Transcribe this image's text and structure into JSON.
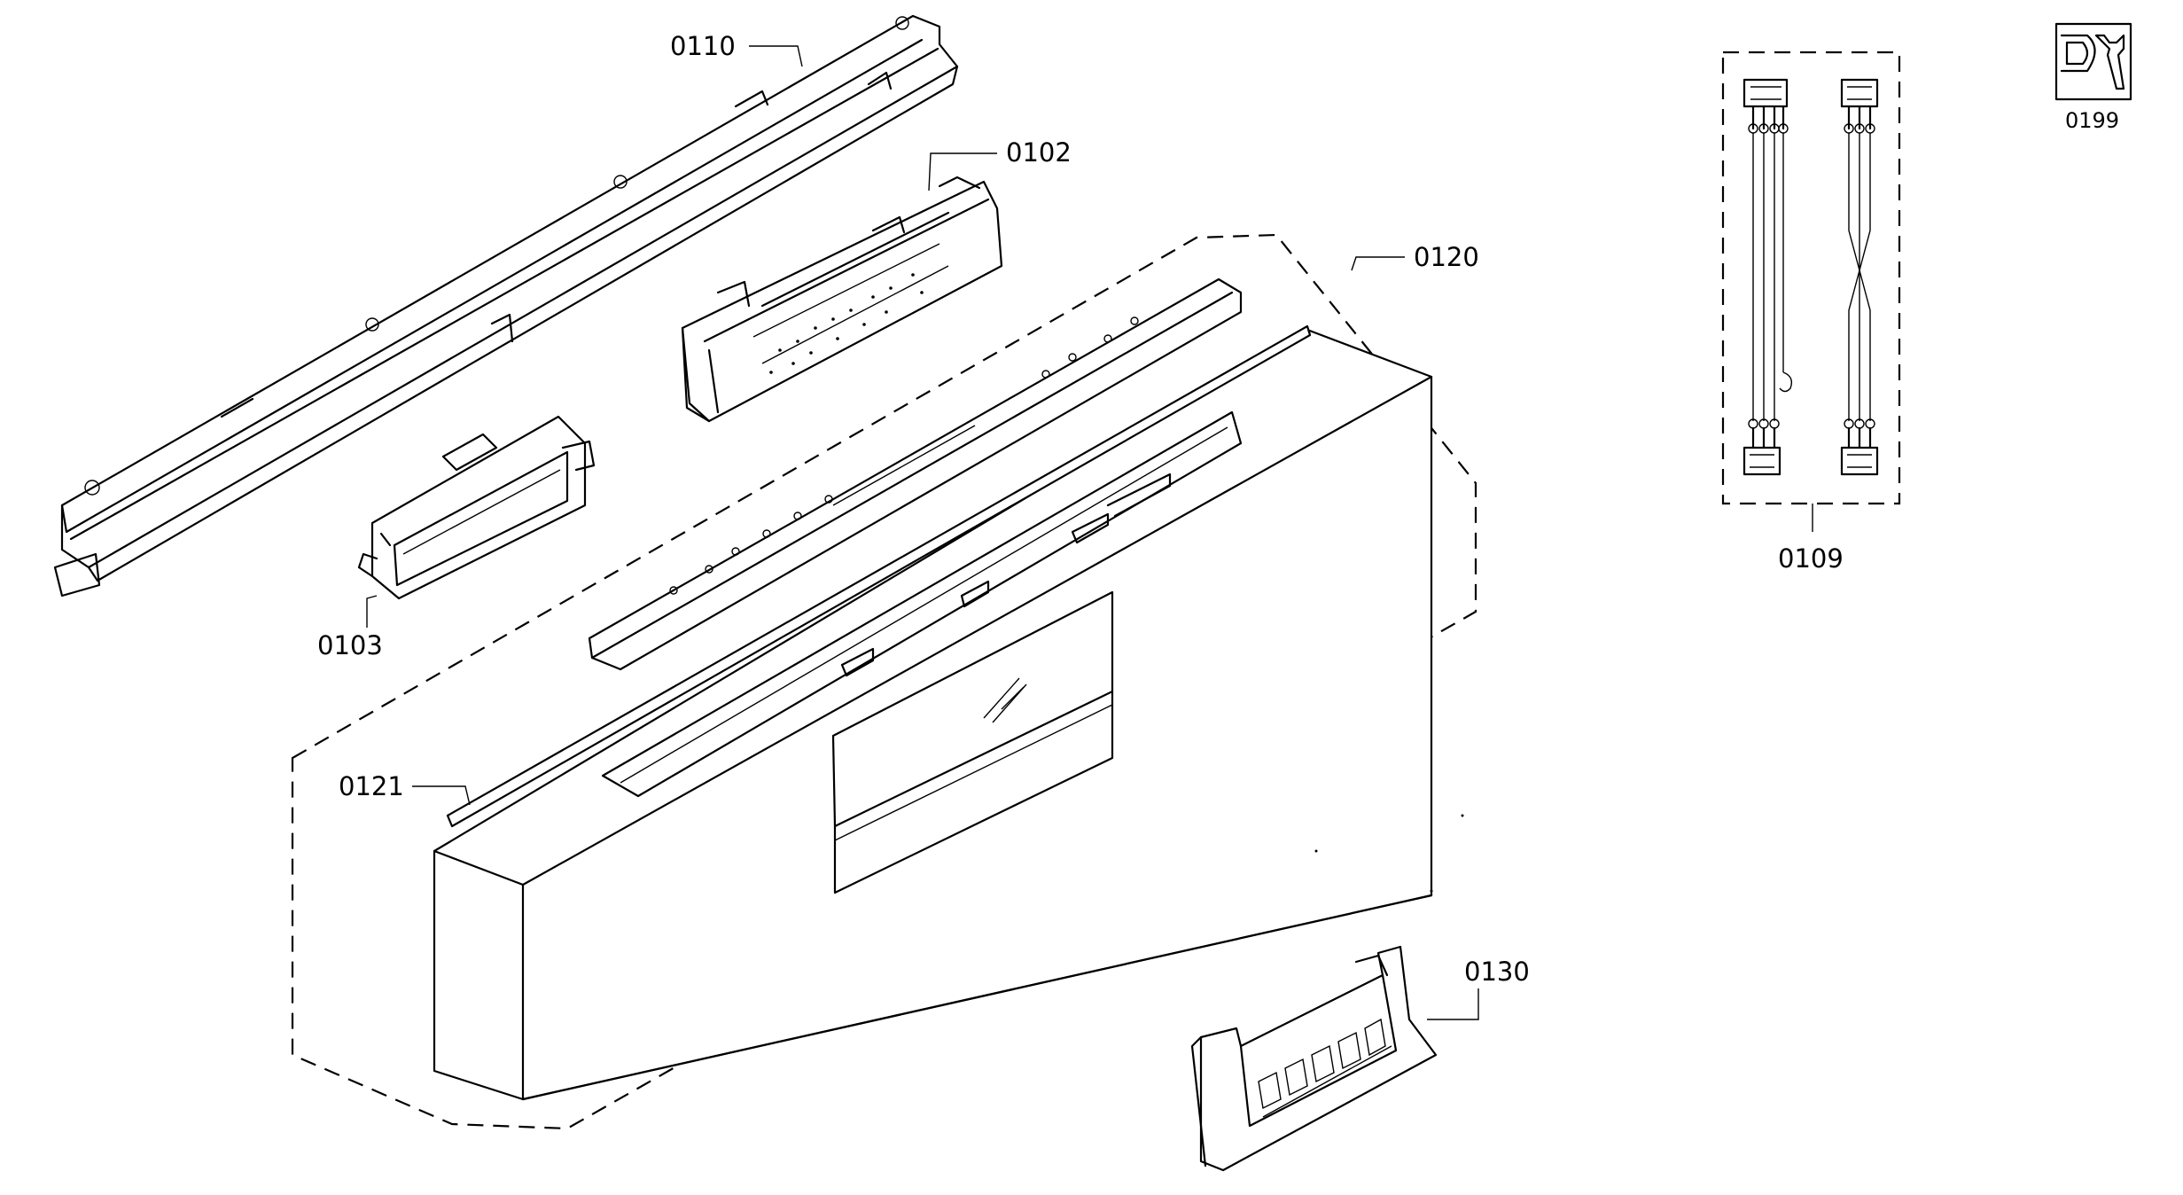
{
  "diagram": {
    "parts": {
      "p0110": "0110",
      "p0102": "0102",
      "p0120": "0120",
      "p0103": "0103",
      "p0121": "0121",
      "p0130": "0130",
      "p0109": "0109",
      "p0199": "0199"
    },
    "icons": {
      "service": "wrench-icon"
    },
    "colors": {
      "line": "#000000",
      "background": "#ffffff"
    }
  }
}
